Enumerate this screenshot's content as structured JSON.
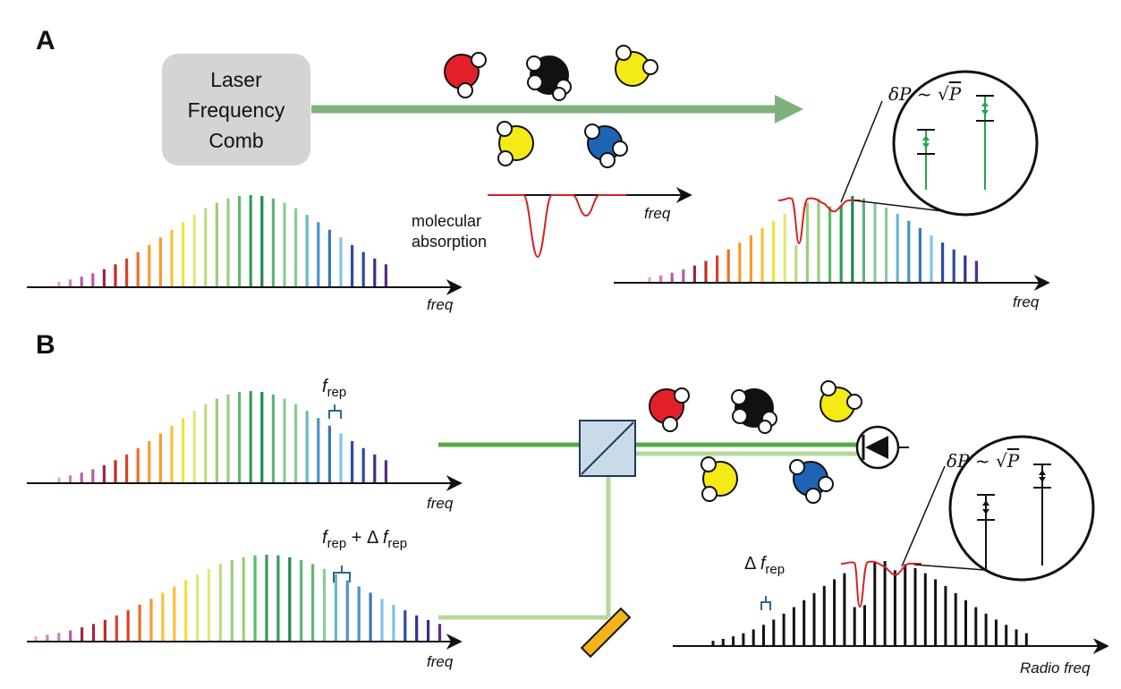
{
  "panels": {
    "a": {
      "letter": "A",
      "laser_box_lines": [
        "Laser",
        "Frequency",
        "Comb"
      ],
      "molecular_absorption_lines": [
        "molecular",
        "absorption"
      ],
      "axis_labels": {
        "source_comb": "freq",
        "absorption_trace": "freq",
        "transmitted_comb": "freq"
      },
      "noise_label": {
        "delta": "δP ~ ",
        "root": "√",
        "var": "P"
      }
    },
    "b": {
      "letter": "B",
      "frep": {
        "f": "f",
        "sub": "rep"
      },
      "frep_plus": {
        "f": "f",
        "sub": "rep",
        "plus": " + Δ ",
        "f2": "f",
        "sub2": "rep"
      },
      "delta_frep": {
        "delta": "Δ ",
        "f": "f",
        "sub": "rep"
      },
      "axis_labels": {
        "comb_1": "freq",
        "comb_2": "freq",
        "rf_comb": "Radio freq"
      },
      "noise_label": {
        "delta": "δP ~ ",
        "root": "√",
        "var": "P"
      }
    }
  },
  "colors": {
    "beam_green": "#7fb17f",
    "beam_dark_green": "#5aa84a",
    "beam_light_green": "#b6d99b",
    "absorption_red": "#d42323",
    "mirror_gold": "#f2b21a",
    "beamsplitter_blue": "#c9dbe8",
    "oxygen_red": "#e3202a",
    "carbon_black": "#111111",
    "sulfur_yellow": "#f4ea15",
    "nitrogen_blue": "#1f63b5",
    "noise_green": "#22a64a"
  },
  "comb_palette": [
    "#f0a3c8",
    "#d27fb8",
    "#b45ca6",
    "#a02640",
    "#c42a2a",
    "#d8412e",
    "#ea6f2a",
    "#f39c2b",
    "#f7c13a",
    "#f2e13a",
    "#dde877",
    "#bcdc83",
    "#9acd7e",
    "#5fba6f",
    "#2f9d56",
    "#1f8a4d",
    "#63b37a",
    "#8acb9a",
    "#66b8c8",
    "#4a93c8",
    "#3d74b8",
    "#7fc3e8",
    "#2d4aa3",
    "#3b2d8c",
    "#5a2a8a"
  ]
}
